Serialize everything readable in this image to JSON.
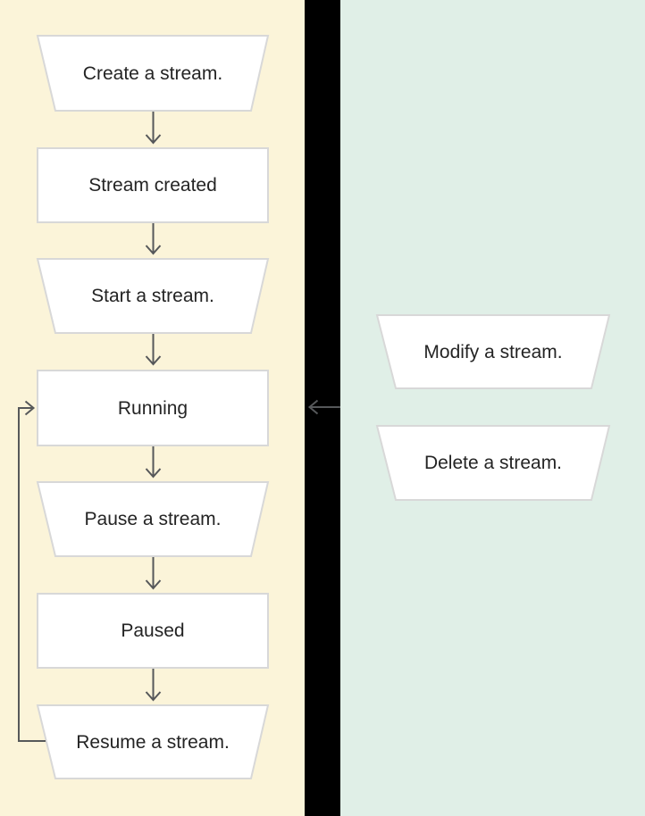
{
  "page": {
    "background": "#000000",
    "description": "Stream lifecycle flow diagram"
  },
  "lifecycle_panel": {
    "background": "#fbf4d9",
    "nodes": [
      {
        "id": "create",
        "shape": "trapezoid",
        "label": "Create a stream."
      },
      {
        "id": "stream-created",
        "shape": "rect",
        "label": "Stream created"
      },
      {
        "id": "start",
        "shape": "trapezoid",
        "label": "Start a stream."
      },
      {
        "id": "running",
        "shape": "rect",
        "label": "Running"
      },
      {
        "id": "pause",
        "shape": "trapezoid",
        "label": "Pause a stream."
      },
      {
        "id": "paused",
        "shape": "rect",
        "label": "Paused"
      },
      {
        "id": "resume",
        "shape": "trapezoid",
        "label": "Resume a stream."
      }
    ]
  },
  "actions_panel": {
    "background": "#e0efe7",
    "nodes": [
      {
        "id": "modify",
        "shape": "trapezoid",
        "label": "Modify a stream."
      },
      {
        "id": "delete",
        "shape": "trapezoid",
        "label": "Delete a stream."
      }
    ]
  },
  "colors": {
    "node_fill": "#ffffff",
    "node_border": "#d8d8d8",
    "connector": "#56585a",
    "label_text": "#242424",
    "divider": "#000000"
  }
}
